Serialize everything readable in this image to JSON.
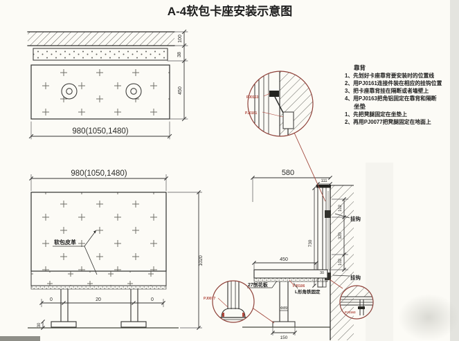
{
  "title": "A-4软包卡座安装示意图",
  "notes": {
    "backrest_header": "靠背",
    "b1": "1、先划好卡座靠背要安装时的位置线",
    "b2": "2、用PJ0161连接件装在相应的挂钩位置",
    "b3": "3、把卡座靠背挂在隔断或者墙壁上",
    "b4": "4、用PJ0163把角铝固定在靠背和隔断",
    "cushion_header": "坐垫",
    "c1": "1、先把凳腿固定在坐垫上",
    "c2": "2、再用PJ0077把凳腿固定在地面上"
  },
  "plan_view": {
    "width_dim": "980(1050,1480)",
    "wall_dim": "100",
    "strip_dim": "38",
    "depth_dim": "450"
  },
  "front_view": {
    "width_dim": "980(1050,1480)",
    "height_dim": "1020",
    "material_label": "软包皮革",
    "leg_dim_left": "0",
    "leg_dim_mid": "20",
    "leg_dim_right": "0",
    "foot_dim": "30"
  },
  "section_view": {
    "depth_dim": "580",
    "back_thickness_dim": "111",
    "back_height_dim": "730",
    "seat_depth_dim": "450",
    "seat_thickness_dim": "30",
    "hook_top_dim": "102",
    "hook_span_dim": "320",
    "hook_bottom_dim": "102",
    "hook_label_top": "挂钩",
    "hook_label_bottom": "挂钩",
    "board_label": "27刨花板",
    "bracket_part": "PJ0106",
    "angle_iron_label": "L形角铁固定",
    "leg_diameter": "Φ89",
    "base_dim": "150"
  },
  "details": {
    "top_part_a": "PJ0163",
    "top_part_b": "PJ0161",
    "leg_part": "PJ0077",
    "seat_part": "PJ0163"
  },
  "colors": {
    "line": "#2f2f2d",
    "accent_red": "#a1473c",
    "paper": "#fcfbf6"
  }
}
